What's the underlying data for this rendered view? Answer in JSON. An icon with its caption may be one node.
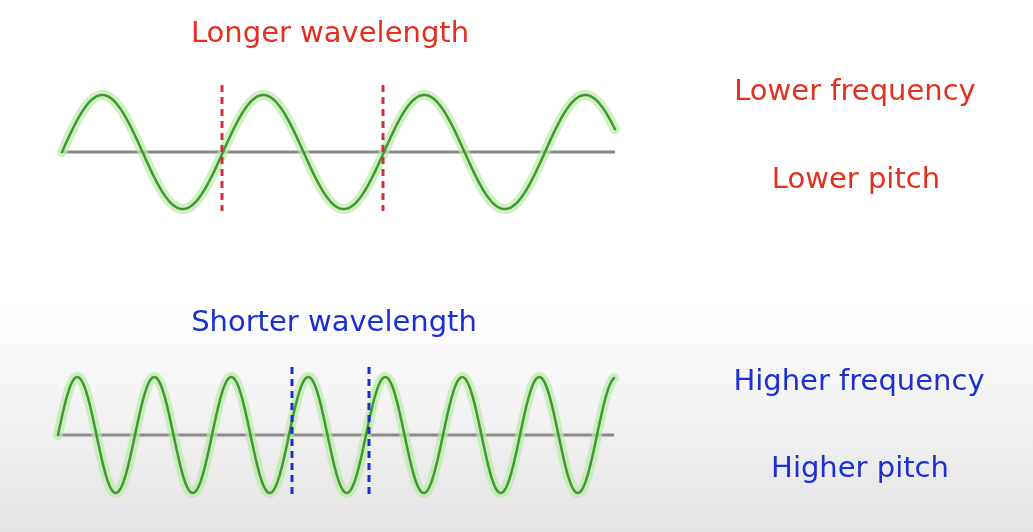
{
  "diagram": {
    "labels": [
      "Longer wavelength",
      "Lower frequency",
      "Lower pitch",
      "Shorter wavelength",
      "Higher frequency",
      "Higher pitch"
    ]
  }
}
